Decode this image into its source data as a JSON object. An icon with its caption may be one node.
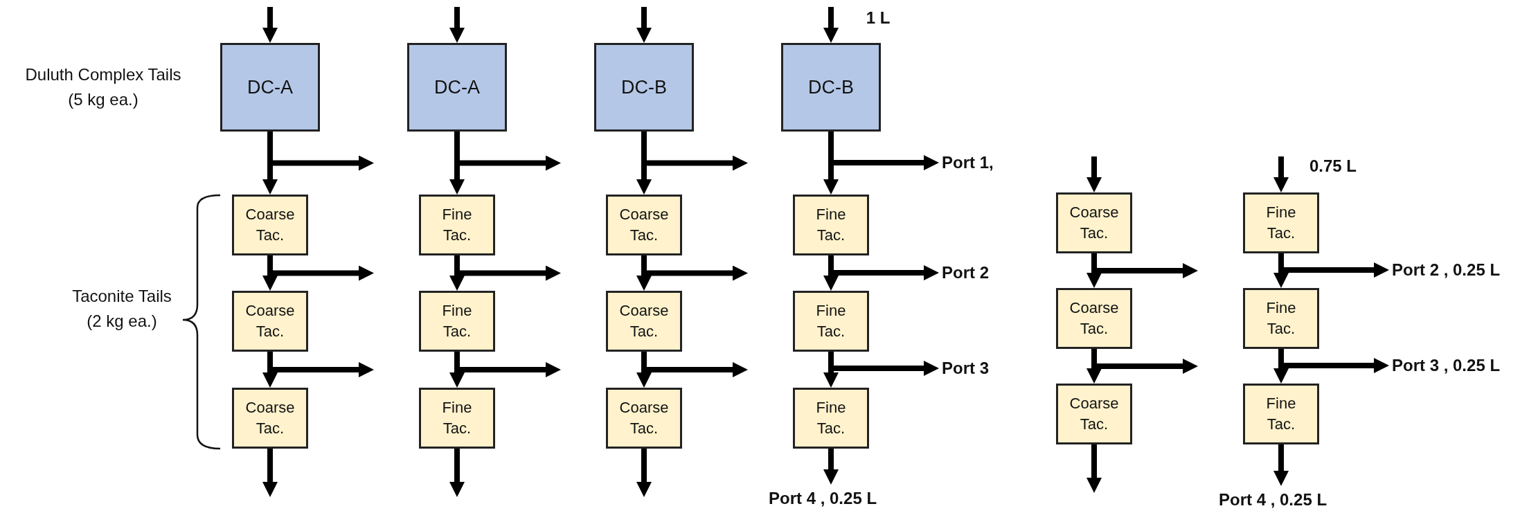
{
  "diagram": {
    "nodes": [
      {
        "text": [
          "DC-A"
        ]
      },
      {
        "text": [
          "Coarse Tac."
        ]
      },
      {
        "text": [
          "Coarse Tac."
        ]
      },
      {
        "text": [
          "Coarse Tac."
        ]
      },
      {
        "text": [
          "DC-A"
        ]
      },
      {
        "text": [
          "Fine Tac."
        ]
      },
      {
        "text": [
          "Fine Tac."
        ]
      },
      {
        "text": [
          "Fine Tac."
        ]
      },
      {
        "text": [
          "DC-B"
        ]
      },
      {
        "text": [
          "Coarse Tac."
        ]
      },
      {
        "text": [
          "Coarse Tac."
        ]
      },
      {
        "text": [
          "Coarse Tac."
        ]
      },
      {
        "text": [
          "DC-B"
        ]
      },
      {
        "text": [
          "Fine Tac."
        ]
      },
      {
        "text": [
          "Fine Tac."
        ]
      },
      {
        "text": [
          "Fine Tac."
        ]
      },
      {
        "text": [
          "Coarse Tac."
        ]
      },
      {
        "text": [
          "Coarse Tac."
        ]
      },
      {
        "text": [
          "Coarse Tac."
        ]
      },
      {
        "text": [
          "Fine Tac."
        ]
      },
      {
        "text": [
          "Fine Tac."
        ]
      },
      {
        "text": [
          "Fine Tac."
        ]
      },
      {
        "text": [
          "Port 1,"
        ]
      },
      {
        "text": [
          "Port 2"
        ]
      },
      {
        "text": [
          "Port 3"
        ]
      },
      {
        "text": [
          "Port 4 , 0.25 L"
        ]
      },
      {
        "text": [
          "Port 2 , 0.25 L"
        ]
      },
      {
        "text": [
          "Port 3 , 0.25 L"
        ]
      },
      {
        "text": [
          "Port 4 , 0.25 L"
        ]
      }
    ],
    "edges": [
      {
        "from": null,
        "to": 0,
        "arrow": "to"
      },
      {
        "from": 0,
        "to": 1,
        "arrow": "to"
      },
      {
        "from": 1,
        "to": 2,
        "arrow": "to"
      },
      {
        "from": 2,
        "to": 3,
        "arrow": "to"
      },
      {
        "from": 0,
        "to": null,
        "arrow": "to"
      },
      {
        "from": 1,
        "to": null,
        "arrow": "to"
      },
      {
        "from": 2,
        "to": null,
        "arrow": "to"
      },
      {
        "from": 3,
        "to": null,
        "arrow": "to"
      },
      {
        "from": null,
        "to": 4,
        "arrow": "to"
      },
      {
        "from": 4,
        "to": 5,
        "arrow": "to"
      },
      {
        "from": 5,
        "to": 6,
        "arrow": "to"
      },
      {
        "from": 6,
        "to": 7,
        "arrow": "to"
      },
      {
        "from": 4,
        "to": null,
        "arrow": "to"
      },
      {
        "from": 5,
        "to": null,
        "arrow": "to"
      },
      {
        "from": 6,
        "to": null,
        "arrow": "to"
      },
      {
        "from": 7,
        "to": null,
        "arrow": "to"
      },
      {
        "from": null,
        "to": 8,
        "arrow": "to"
      },
      {
        "from": 8,
        "to": 9,
        "arrow": "to"
      },
      {
        "from": 9,
        "to": 10,
        "arrow": "to"
      },
      {
        "from": 10,
        "to": 11,
        "arrow": "to"
      },
      {
        "from": 8,
        "to": null,
        "arrow": "to"
      },
      {
        "from": 9,
        "to": null,
        "arrow": "to"
      },
      {
        "from": 10,
        "to": null,
        "arrow": "to"
      },
      {
        "from": 11,
        "to": null,
        "arrow": "to"
      },
      {
        "from": null,
        "to": 12,
        "arrow": "to"
      },
      {
        "from": 12,
        "to": 13,
        "arrow": "to"
      },
      {
        "from": 13,
        "to": 14,
        "arrow": "to"
      },
      {
        "from": 14,
        "to": 15,
        "arrow": "to"
      },
      {
        "from": 12,
        "to": 22,
        "arrow": "to"
      },
      {
        "from": 13,
        "to": 23,
        "arrow": "to"
      },
      {
        "from": 14,
        "to": 24,
        "arrow": "to"
      },
      {
        "from": 15,
        "to": 25,
        "arrow": "to"
      },
      {
        "from": null,
        "to": 16,
        "arrow": "to"
      },
      {
        "from": 16,
        "to": 17,
        "arrow": "to"
      },
      {
        "from": 17,
        "to": 18,
        "arrow": "to"
      },
      {
        "from": 16,
        "to": null,
        "arrow": "to"
      },
      {
        "from": 17,
        "to": null,
        "arrow": "to"
      },
      {
        "from": 18,
        "to": null,
        "arrow": "to"
      },
      {
        "from": null,
        "to": 19,
        "arrow": "to"
      },
      {
        "from": 19,
        "to": 20,
        "arrow": "to"
      },
      {
        "from": 20,
        "to": 21,
        "arrow": "to"
      },
      {
        "from": 19,
        "to": 26,
        "arrow": "to"
      },
      {
        "from": 20,
        "to": 27,
        "arrow": "to"
      },
      {
        "from": 21,
        "to": 28,
        "arrow": "to"
      }
    ],
    "labels": [
      "1 L",
      "Duluth Complex Tails (5 kg ea.)",
      "Taconite Tails (2 kg ea.)",
      "0.75 L"
    ]
  }
}
